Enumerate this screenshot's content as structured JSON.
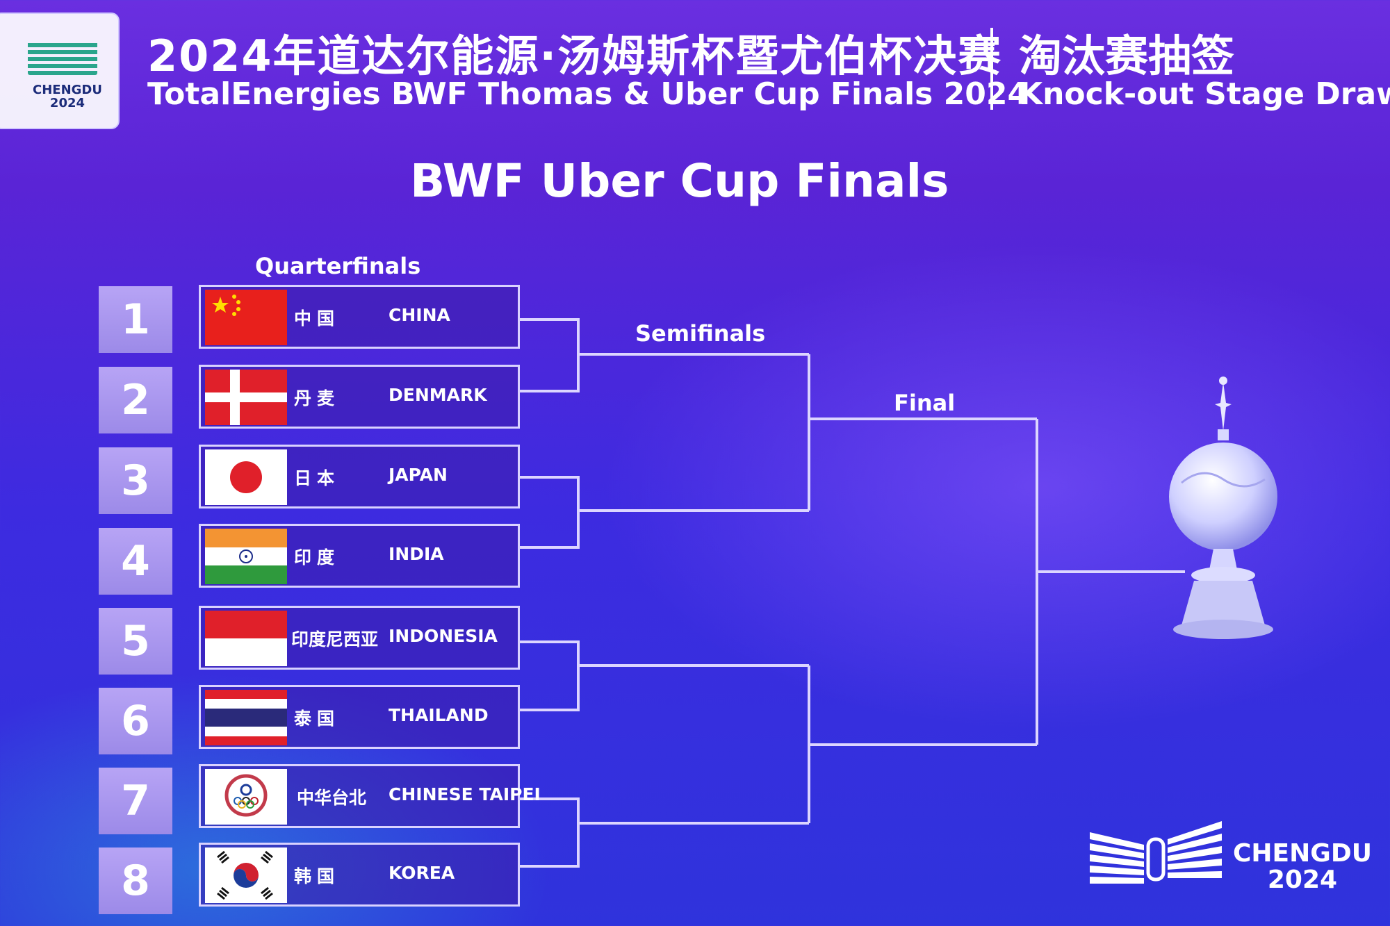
{
  "header": {
    "logo_text": "CHENGDU\n2024",
    "title_cn": "2024年道达尔能源·汤姆斯杯暨尤伯杯决赛",
    "title_en": "TotalEnergies BWF Thomas & Uber Cup Finals 2024",
    "stage_cn": "淘汰赛抽签",
    "stage_en": "Knock-out Stage Draw"
  },
  "cup_title": "BWF Uber Cup Finals",
  "rounds": {
    "quarterfinals": "Quarterfinals",
    "semifinals": "Semifinals",
    "final": "Final"
  },
  "teams": [
    {
      "seed": "1",
      "cn": "中国",
      "en": "CHINA",
      "flag": "china-flag"
    },
    {
      "seed": "2",
      "cn": "丹麦",
      "en": "DENMARK",
      "flag": "denmark-flag"
    },
    {
      "seed": "3",
      "cn": "日本",
      "en": "JAPAN",
      "flag": "japan-flag"
    },
    {
      "seed": "4",
      "cn": "印度",
      "en": "INDIA",
      "flag": "india-flag"
    },
    {
      "seed": "5",
      "cn": "印度尼西亚",
      "en": "INDONESIA",
      "flag": "indonesia-flag"
    },
    {
      "seed": "6",
      "cn": "泰国",
      "en": "THAILAND",
      "flag": "thailand-flag"
    },
    {
      "seed": "7",
      "cn": "中华台北",
      "en": "CHINESE TAIPEI",
      "flag": "chinese-taipei-flag"
    },
    {
      "seed": "8",
      "cn": "韩国",
      "en": "KOREA",
      "flag": "korea-flag"
    }
  ],
  "footer_logo_text": "CHENGDU\n2024",
  "colors": {
    "background": "#4a2ad8",
    "seed_box": "#a894ee",
    "line": "#dcd5ff"
  }
}
